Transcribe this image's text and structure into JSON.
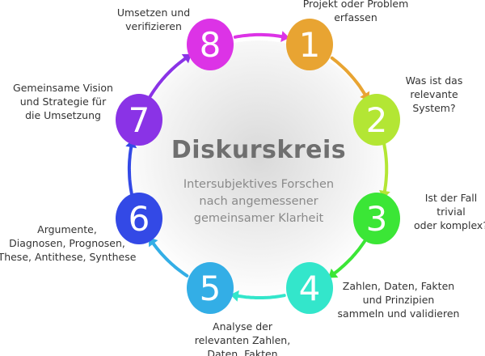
{
  "title": "Diskurskreis",
  "subtitle": [
    "Intersubjektives Forschen",
    "nach angemessener",
    "gemeinsamer Klarheit"
  ],
  "steps": [
    {
      "number": "1",
      "color": "#E8A432",
      "label": [
        "Projekt oder Problem",
        "erfassen"
      ]
    },
    {
      "number": "2",
      "color": "#B3E634",
      "label": [
        "Was ist das",
        "relevante",
        "System?"
      ]
    },
    {
      "number": "3",
      "color": "#3BE636",
      "label": [
        "Ist der Fall",
        "trivial",
        "oder komplex?"
      ]
    },
    {
      "number": "4",
      "color": "#33E6CB",
      "label": [
        "Zahlen, Daten, Fakten",
        "und Prinzipien",
        "sammeln und validieren"
      ]
    },
    {
      "number": "5",
      "color": "#33AEE6",
      "label": [
        "Analyse der",
        "relevanten Zahlen,",
        "Daten, Fakten"
      ]
    },
    {
      "number": "6",
      "color": "#3349E6",
      "label": [
        "Argumente,",
        "Diagnosen, Prognosen,",
        "These, Antithese, Synthese"
      ]
    },
    {
      "number": "7",
      "color": "#8A33E6",
      "label": [
        "Gemeinsame Vision",
        "und Strategie für",
        "die Umsetzung"
      ]
    },
    {
      "number": "8",
      "color": "#DC33E6",
      "label": [
        "Umsetzen und",
        "verifizieren"
      ]
    }
  ]
}
